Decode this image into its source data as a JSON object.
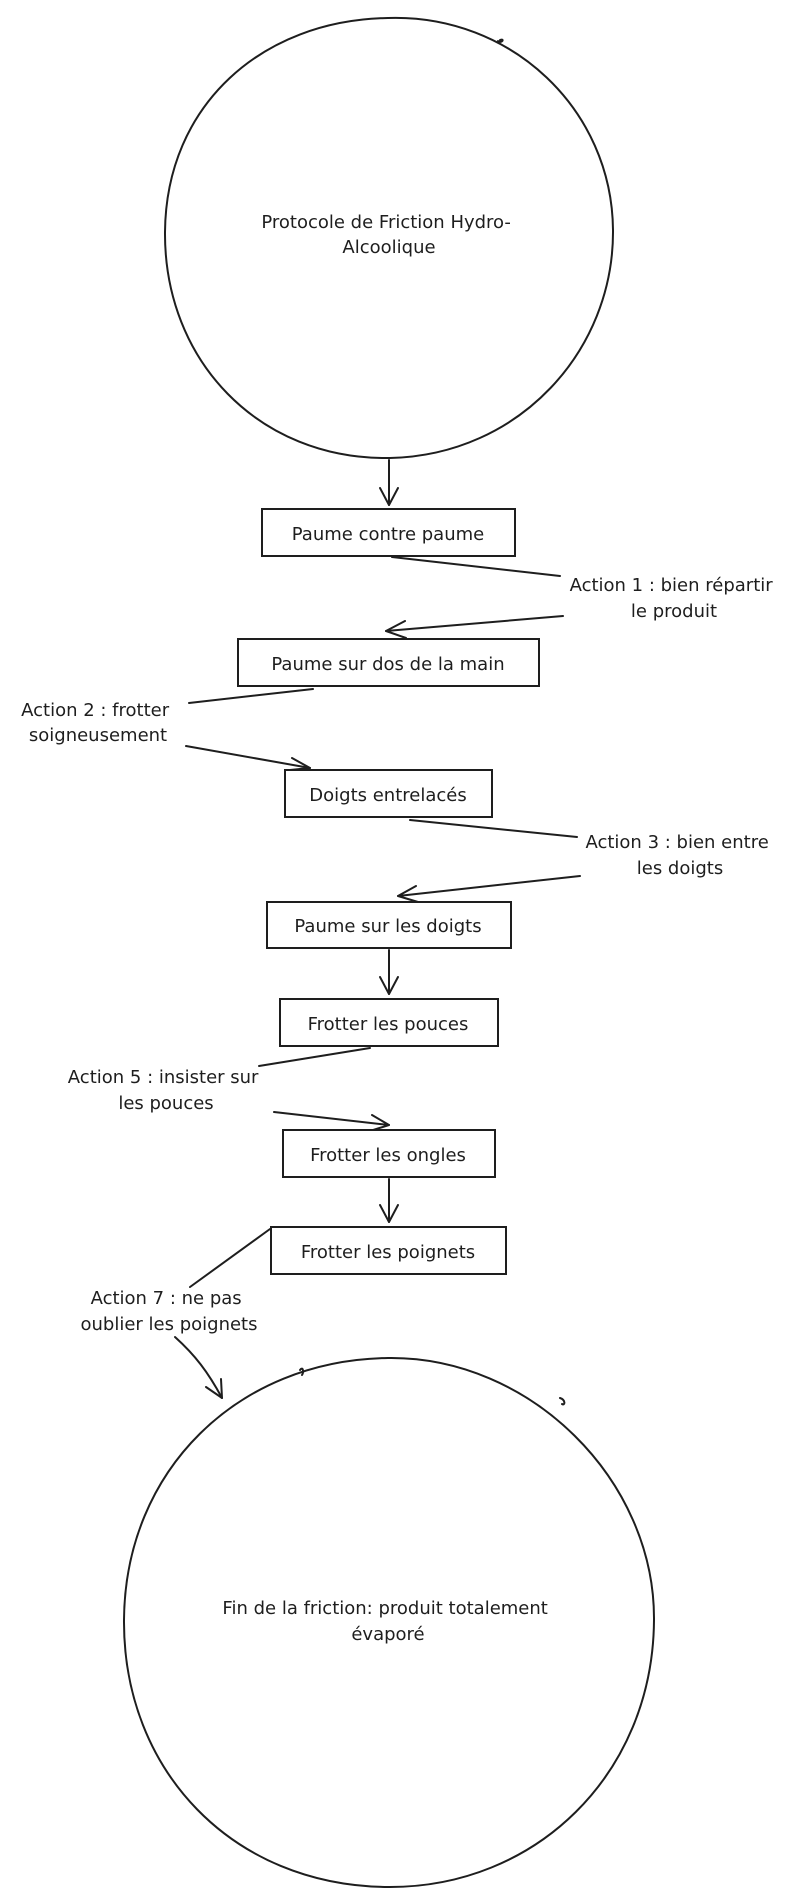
{
  "diagram": {
    "start": {
      "label_lines": [
        "Protocole de Friction Hydro-",
        "Alcoolique"
      ]
    },
    "steps": [
      {
        "id": "s1",
        "label": "Paume contre paume"
      },
      {
        "id": "s2",
        "label": "Paume sur dos de la main"
      },
      {
        "id": "s3",
        "label": "Doigts entrelacés"
      },
      {
        "id": "s4",
        "label": "Paume sur les doigts"
      },
      {
        "id": "s5",
        "label": "Frotter les pouces"
      },
      {
        "id": "s6",
        "label": "Frotter les ongles"
      },
      {
        "id": "s7",
        "label": "Frotter les poignets"
      }
    ],
    "end": {
      "label_lines": [
        "Fin de la friction: produit totalement",
        "évaporé"
      ]
    },
    "edge_labels": {
      "action1": [
        "Action 1 : bien répartir",
        "le produit"
      ],
      "action2": [
        "Action 2 : frotter",
        "soigneusement"
      ],
      "action3": [
        "Action 3 : bien entre",
        "les doigts"
      ],
      "action5": [
        "Action 5 : insister sur",
        "les pouces"
      ],
      "action7": [
        "Action 7 : ne pas",
        "oublier les poignets"
      ]
    }
  }
}
